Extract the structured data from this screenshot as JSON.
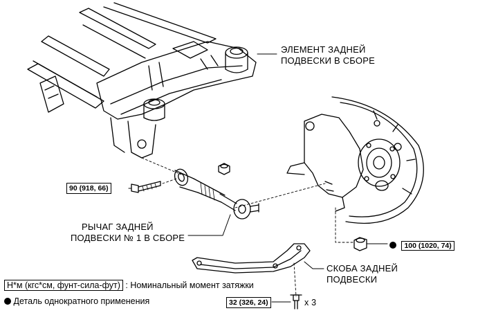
{
  "callouts": {
    "member_line1": "ЭЛЕМЕНТ ЗАДНЕЙ",
    "member_line2": "ПОДВЕСКИ В СБОРЕ",
    "arm_line1": "РЫЧАГ ЗАДНЕЙ",
    "arm_line2": "ПОДВЕСКИ № 1 В СБОРЕ",
    "bracket_line1": "СКОБА ЗАДНЕЙ",
    "bracket_line2": "ПОДВЕСКИ"
  },
  "torque": {
    "bolt_arm": "90 (918, 66)",
    "nut_carrier": "100 (1020, 74)",
    "bolt_bracket": "32 (326, 24)",
    "bracket_qty": "x 3"
  },
  "legend": {
    "unit_box": "Н*м (кгс*см, фунт-сила-фут)",
    "unit_desc": ": Номинальный момент затяжки",
    "nonreusable": "Деталь однократного применения"
  }
}
